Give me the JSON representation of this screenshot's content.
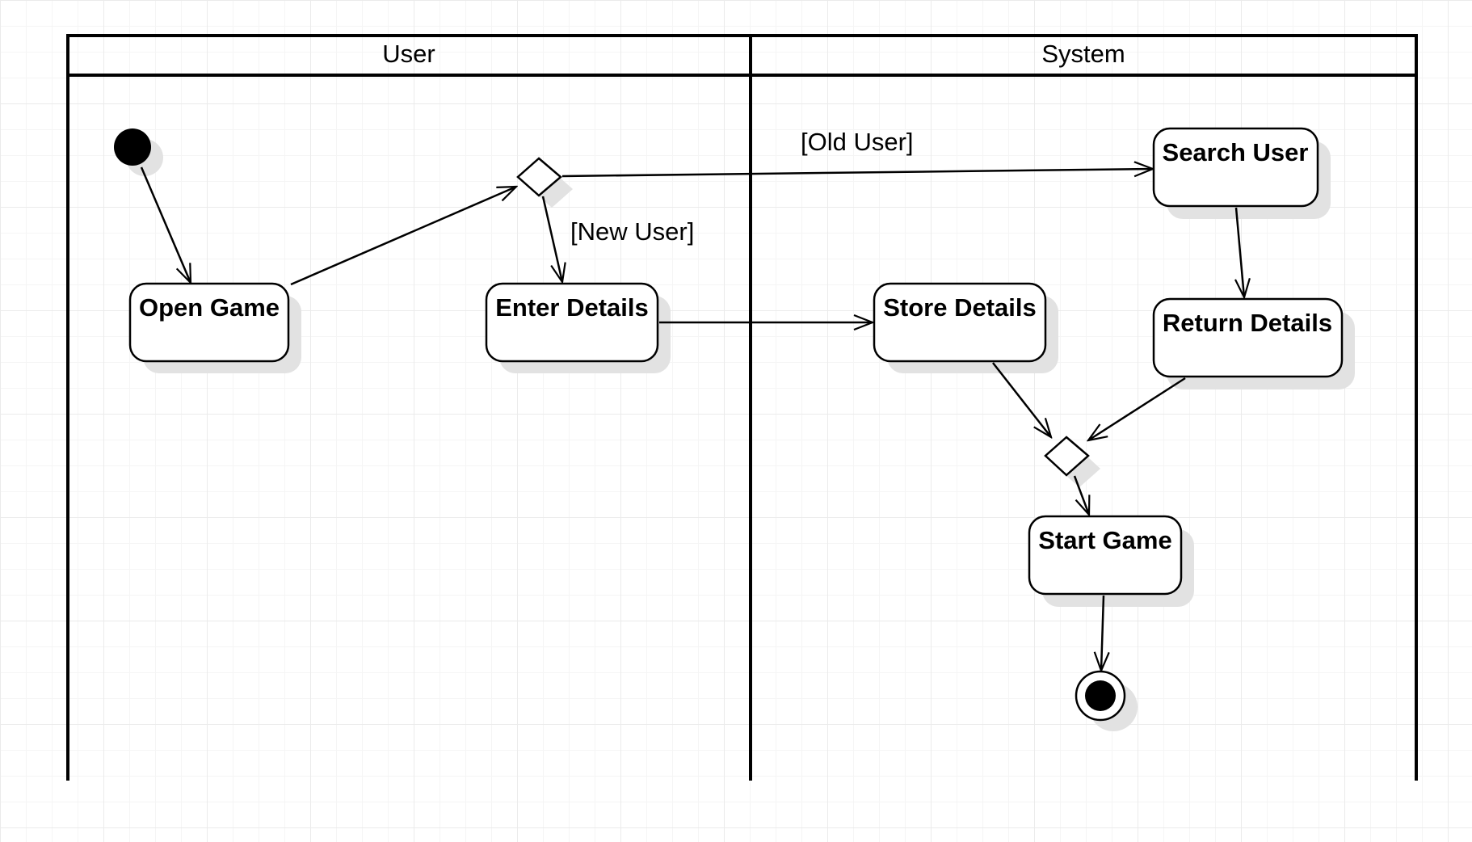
{
  "swimlanes": [
    {
      "title": "User"
    },
    {
      "title": "System"
    }
  ],
  "actions": {
    "open_game": "Open Game",
    "enter_details": "Enter Details",
    "search_user": "Search User",
    "store_details": "Store Details",
    "return_details": "Return Details",
    "start_game": "Start Game"
  },
  "guards": {
    "old_user": "[Old User]",
    "new_user": "[New User]"
  },
  "colors": {
    "stroke": "#000000",
    "node_fill": "#ffffff",
    "shadow": "#e2e2e2"
  }
}
